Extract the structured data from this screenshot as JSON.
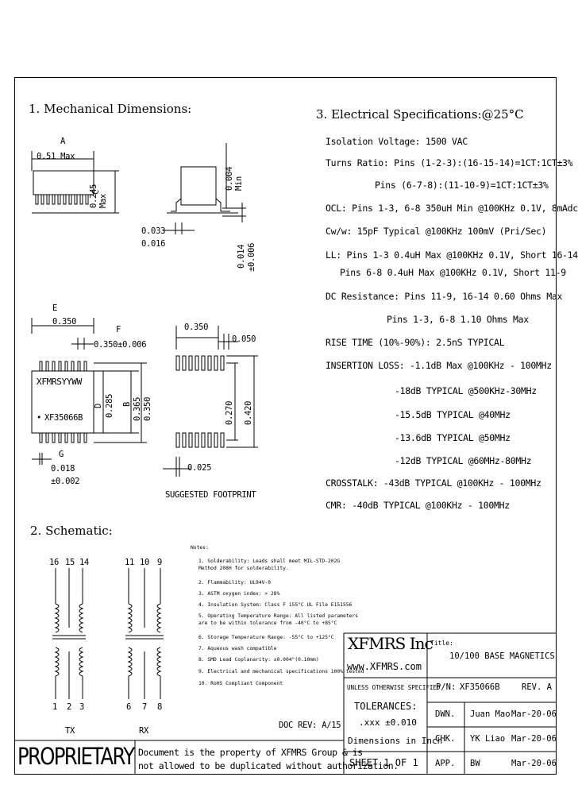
{
  "mechanical": {
    "title": "1. Mechanical Dimensions:",
    "dim_a": "A",
    "dim_a_val": "0.51 Max",
    "dim_c": "C",
    "dim_c_val": "0.245",
    "dim_c_max": "Max",
    "dim_0004": "0.004",
    "dim_0004_min": "Min",
    "dim_0033": "0.033",
    "dim_0016": "0.016",
    "dim_0014": "0.014",
    "dim_0006": "±0.006",
    "dim_e": "E",
    "dim_e_val": "0.350",
    "dim_f": "F",
    "dim_f_val": "0.350±0.006",
    "dim_d": "D",
    "dim_d_val": "0.285",
    "dim_b": "B",
    "dim_b_val1": "0.365",
    "dim_b_val2": "0.350",
    "dim_g": "G",
    "dim_g_val": "0.018",
    "dim_g_tol": "±0.002",
    "marking_top": "XFMRSYYWW",
    "marking_part": "XF35066B",
    "fp_0350": "0.350",
    "fp_0050": "0.050",
    "fp_0270": "0.270",
    "fp_0420": "0.420",
    "fp_0025": "0.025",
    "fp_label": "SUGGESTED FOOTPRINT"
  },
  "schematic": {
    "title": "2. Schematic:",
    "tx_pins_top": [
      "16",
      "15",
      "14"
    ],
    "rx_pins_top": [
      "11",
      "10",
      "9"
    ],
    "tx_pins_bottom": [
      "1",
      "2",
      "3"
    ],
    "rx_pins_bottom": [
      "6",
      "7",
      "8"
    ],
    "tx_label": "TX",
    "rx_label": "RX"
  },
  "electrical": {
    "title": "3. Electrical Specifications:@25°C",
    "lines": [
      "Isolation Voltage:   1500 VAC",
      "Turns Ratio: Pins (1-2-3):(16-15-14)=1CT:1CT±3%",
      "Pins (6-7-8):(11-10-9)=1CT:1CT±3%",
      "OCL: Pins 1-3, 6-8 350uH Min @100KHz 0.1V, 8mAdc",
      "Cw/w: 15pF Typical @100KHz 100mV (Pri/Sec)",
      "LL: Pins 1-3 0.4uH Max @100KHz 0.1V, Short 16-14",
      "Pins 6-8 0.4uH Max @100KHz 0.1V, Short 11-9",
      "DC Resistance: Pins 11-9, 16-14 0.60 Ohms Max",
      "Pins 1-3, 6-8 1.10 Ohms Max",
      "RISE TIME (10%-90%): 2.5nS TYPICAL",
      "INSERTION LOSS:  -1.1dB Max @100KHz - 100MHz",
      "-18dB TYPICAL @500KHz-30MHz",
      "-15.5dB TYPICAL @40MHz",
      "-13.6dB TYPICAL @50MHz",
      "-12dB TYPICAL @60MHz-80MHz",
      "CROSSTALK: -43dB TYPICAL @100KHz - 100MHz",
      "CMR:  -40dB TYPICAL @100KHz - 100MHz"
    ]
  },
  "notes": {
    "title": "Notes:",
    "items": [
      "1. Solderability: Leads shall meet MIL-STD-202G",
      "    Method 208H for solderability.",
      "2. Flammability: UL94V-0",
      "3. ASTM oxygen index: > 28%",
      "4. Insulation System: Class F 155°C UL File E151556",
      "5. Operating Temperature Range: All listed parameters",
      "    are to be within tolerance from -40°C to +85°C",
      "6. Storage Temperature Range: -55°C to +125°C",
      "7. Aqueous wash compatible",
      "8. SMD Lead Coplanarity: ±0.004\"(0.10mm)",
      "9. Electrical and mechanical specifications 100% tested",
      "10. RoHS Compliant Component"
    ],
    "doc_rev": "DOC REV: A/15"
  },
  "title_block": {
    "company": "XFMRS Inc",
    "website": "www.XFMRS.com",
    "title_label": "Title:",
    "title_value": "10/100 BASE MAGNETICS",
    "unless": "UNLESS OTHERWISE SPECIFIED",
    "tolerances": "TOLERANCES:",
    "tol_value": ".xxx ±0.010",
    "dims": "Dimensions in Inch",
    "pn_label": "P/N:",
    "pn_value": "XF35066B",
    "rev": "REV. A",
    "dwn_label": "DWN.",
    "dwn_name": "Juan Mao",
    "dwn_date": "Mar-20-06",
    "chk_label": "CHK.",
    "chk_name": "YK Liao",
    "chk_date": "Mar-20-06",
    "app_label": "APP.",
    "app_name": "BW",
    "app_date": "Mar-20-06",
    "sheet": "SHEET  1  OF  1",
    "proprietary": "PROPRIETARY",
    "prop_text1": "Document is the property of XFMRS Group & is",
    "prop_text2": "not allowed to be duplicated without authorization."
  }
}
